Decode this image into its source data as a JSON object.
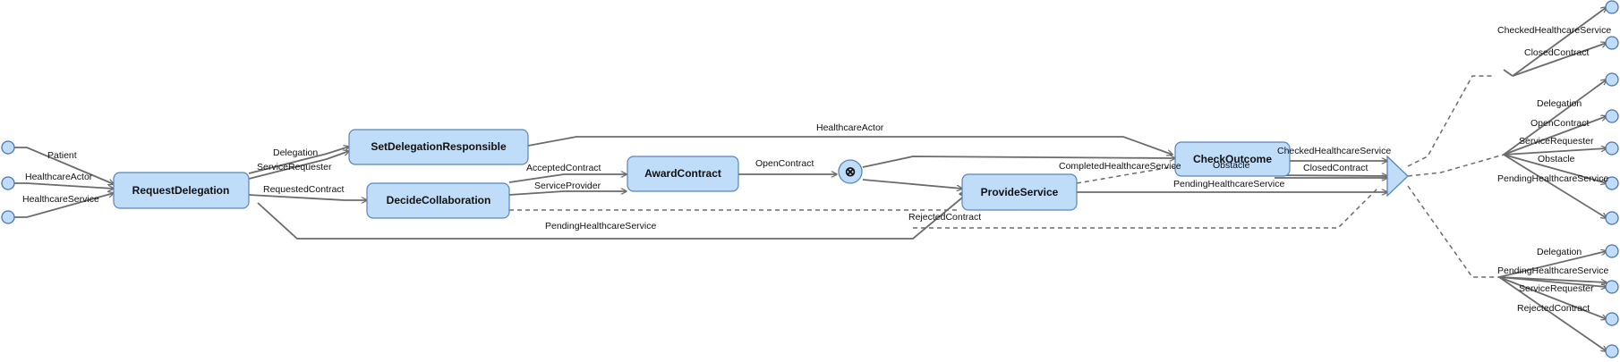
{
  "diagram": {
    "nodes": {
      "request_delegation": "RequestDelegation",
      "set_delegation_responsible": "SetDelegationResponsible",
      "decide_collaboration": "DecideCollaboration",
      "award_contract": "AwardContract",
      "provide_service": "ProvideService",
      "check_outcome": "CheckOutcome"
    },
    "gateway_symbol": "⊗",
    "inputs": {
      "patient": "Patient",
      "healthcare_actor": "HealthcareActor",
      "healthcare_service": "HealthcareService"
    },
    "edges": {
      "delegation": "Delegation",
      "service_requester": "ServiceRequester",
      "requested_contract": "RequestedContract",
      "pending_healthcare_service": "PendingHealthcareService",
      "healthcare_actor": "HealthcareActor",
      "accepted_contract": "AcceptedContract",
      "service_provider": "ServiceProvider",
      "open_contract": "OpenContract",
      "completed_healthcare_service": "CompletedHealthcareService",
      "obstacle": "Obstacle",
      "rejected_contract": "RejectedContract",
      "checked_healthcare_service": "CheckedHealthcareService",
      "closed_contract": "ClosedContract",
      "pending_healthcare_service_out": "PendingHealthcareService"
    },
    "outcome_top": {
      "checked_healthcare_service": "CheckedHealthcareService",
      "closed_contract": "ClosedContract"
    },
    "outcome_middle": {
      "delegation": "Delegation",
      "open_contract": "OpenContract",
      "service_requester": "ServiceRequester",
      "obstacle": "Obstacle",
      "pending_healthcare_service": "PendingHealthcareService"
    },
    "outcome_bottom": {
      "delegation": "Delegation",
      "pending_healthcare_service": "PendingHealthcareService",
      "service_requester": "ServiceRequester",
      "rejected_contract": "RejectedContract"
    }
  }
}
